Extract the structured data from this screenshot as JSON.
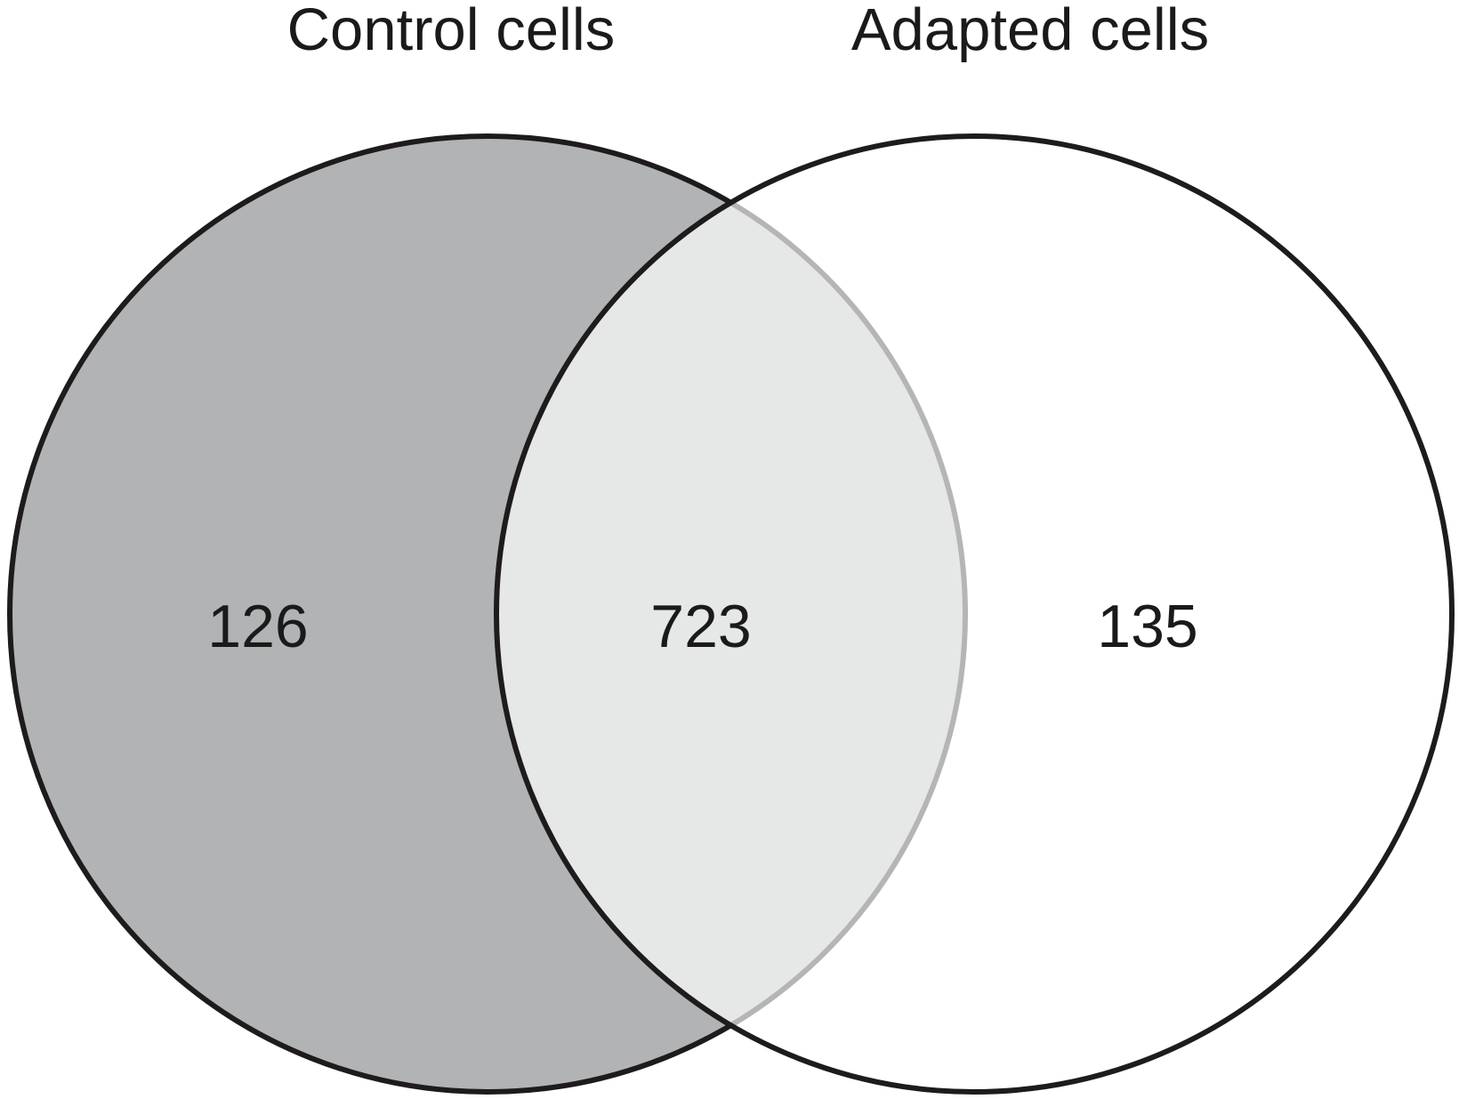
{
  "style": {
    "background": "#ffffff",
    "outline_color": "#1d1b1c",
    "left_fill": "#b1b3b5",
    "right_fill": "#ffffff",
    "right_fill_opacity": "0.68",
    "overlap_resulting_fill": "#e7e9e9",
    "text_color": "#1a1a1a"
  },
  "chart_data": {
    "type": "venn",
    "sets": [
      {
        "label": "Control cells",
        "only": 126,
        "region_fill": "#b1b3b5"
      },
      {
        "label": "Adapted cells",
        "only": 135,
        "region_fill": "#ffffff"
      }
    ],
    "overlap": 723,
    "overlap_region_fill": "#e7e9e9",
    "legend_position": "top",
    "outline_on": true
  }
}
